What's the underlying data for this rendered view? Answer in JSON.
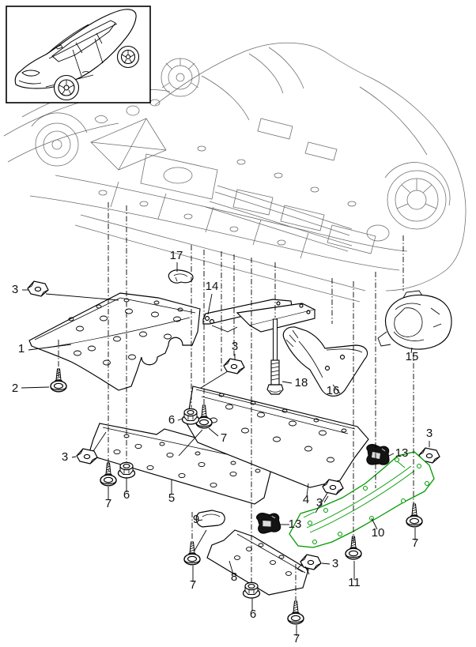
{
  "diagram": {
    "type": "exploded-parts-illustration",
    "subject": "underbody-lining-panels",
    "highlight_color": "#009900",
    "line_color": "#000000",
    "ghost_color": "#5a5a5a",
    "part_numbers_visible": [
      "1",
      "2",
      "3",
      "4",
      "5",
      "6",
      "7",
      "8",
      "9",
      "10",
      "11",
      "13",
      "14",
      "15",
      "16",
      "17",
      "18"
    ],
    "icons": {
      "vehicle_inset": "car-side-three-quarter-line-art"
    },
    "callouts": [
      {
        "label": "17"
      },
      {
        "label": "3"
      },
      {
        "label": "14"
      },
      {
        "label": "1"
      },
      {
        "label": "2"
      },
      {
        "label": "3"
      },
      {
        "label": "18"
      },
      {
        "label": "16"
      },
      {
        "label": "15"
      },
      {
        "label": "6"
      },
      {
        "label": "7"
      },
      {
        "label": "3"
      },
      {
        "label": "13"
      },
      {
        "label": "3"
      },
      {
        "label": "6"
      },
      {
        "label": "7"
      },
      {
        "label": "5"
      },
      {
        "label": "4"
      },
      {
        "label": "3"
      },
      {
        "label": "13"
      },
      {
        "label": "9"
      },
      {
        "label": "10"
      },
      {
        "label": "7"
      },
      {
        "label": "3"
      },
      {
        "label": "11"
      },
      {
        "label": "8"
      },
      {
        "label": "6"
      },
      {
        "label": "7"
      },
      {
        "label": "7"
      }
    ]
  }
}
